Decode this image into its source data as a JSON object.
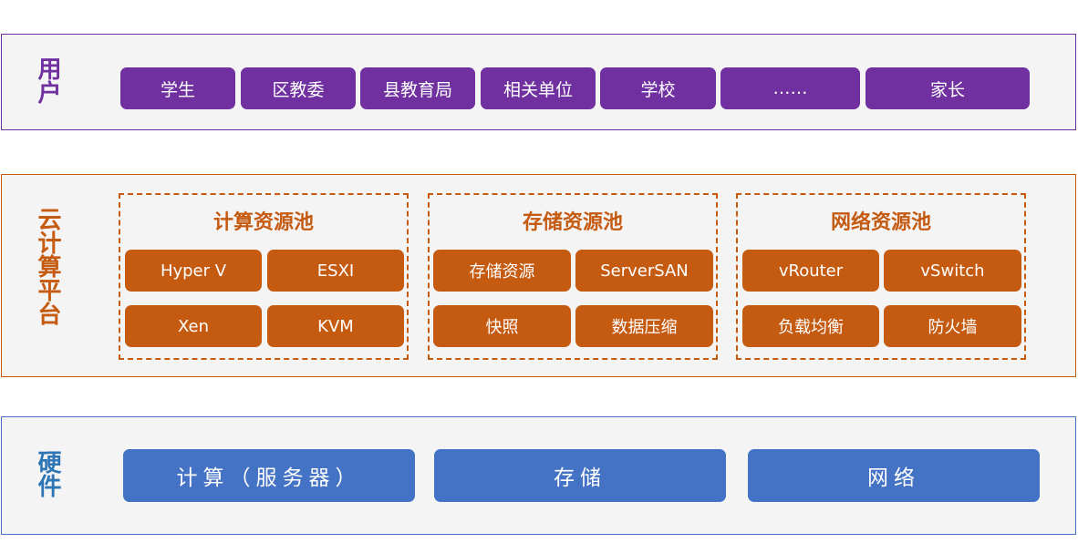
{
  "colors": {
    "users_accent": "#7030a0",
    "cloud_accent": "#c55a11",
    "hardware_accent": "#4472c4",
    "hardware_label": "#2e75b6",
    "layer_bg": "#f4f4f5"
  },
  "users": {
    "label": "用户",
    "items": [
      "学生",
      "区教委",
      "县教育局",
      "相关单位",
      "学校",
      "……",
      "家长"
    ]
  },
  "cloud": {
    "label": "云计算平台",
    "pools": [
      {
        "title": "计算资源池",
        "items": [
          "Hyper V",
          "ESXI",
          "Xen",
          "KVM"
        ]
      },
      {
        "title": "存储资源池",
        "items": [
          "存储资源",
          "ServerSAN",
          "快照",
          "数据压缩"
        ]
      },
      {
        "title": "网络资源池",
        "items": [
          "vRouter",
          "vSwitch",
          "负载均衡",
          "防火墙"
        ]
      }
    ]
  },
  "hardware": {
    "label": "硬件",
    "items": [
      "计算（服务器）",
      "存储",
      "网络"
    ]
  }
}
